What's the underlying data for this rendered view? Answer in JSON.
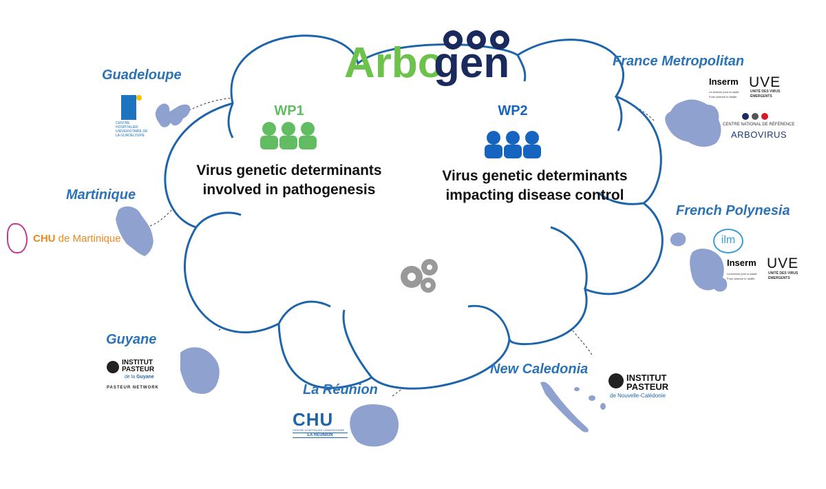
{
  "brand": {
    "name": "Arbogen",
    "name_part1": "Arbo",
    "name_part2": "gen"
  },
  "colors": {
    "cloud_stroke": "#1e64aa",
    "region_text": "#2b73b8",
    "wp1": "#62bd62",
    "wp2": "#1565c0",
    "island": "#8ea1cf",
    "logo_green": "#6cc24a",
    "logo_navy": "#1b2a5c"
  },
  "work_packages": [
    {
      "title": "WP1",
      "line1": "Virus genetic determinants",
      "line2": "involved in pathogenesis",
      "icon": "people-icon"
    },
    {
      "title": "WP2",
      "line1": "Virus genetic determinants",
      "line2": "impacting disease control",
      "icon": "people-icon"
    }
  ],
  "center_icon": "gears-icon",
  "regions": {
    "guadeloupe": "Guadeloupe",
    "martinique": "Martinique",
    "guyane": "Guyane",
    "reunion": "La Réunion",
    "new_caledonia": "New Caledonia",
    "polynesia": "French Polynesia",
    "france": "France Metropolitan"
  },
  "logos": {
    "chu_guadeloupe": "CENTRE HOSPITALIER UNIVERSITAIRE DE LA GUADELOUPE",
    "chu_martinique_1": "CHU",
    "chu_martinique_2": " de Martinique",
    "pasteur_guyane": {
      "line1": "INSTITUT",
      "line2": "PASTEUR",
      "line3_prefix": "de la ",
      "line3": "Guyane",
      "network": "PASTEUR NETWORK"
    },
    "chu_reunion": {
      "mark": "CHU",
      "sub": "CENTRE HOSPITALIER UNIVERSITAIRE",
      "name": "LA RÉUNION"
    },
    "pasteur_nc": {
      "line1": "INSTITUT",
      "line2": "PASTEUR",
      "line3": "de Nouvelle-Calédonie"
    },
    "ilm": "ilm",
    "inserm": {
      "name": "Inserm",
      "tagline1": "La science pour la santé",
      "tagline2": "From science to health"
    },
    "uve": {
      "mark": "UVE",
      "line1": "UNITÉ DES VIRUS",
      "line2": "ÉMERGENTS"
    },
    "cnr": {
      "line1": "CENTRE NATIONAL DE RÉFÉRENCE",
      "line2": "ARBOVIRUS"
    }
  }
}
